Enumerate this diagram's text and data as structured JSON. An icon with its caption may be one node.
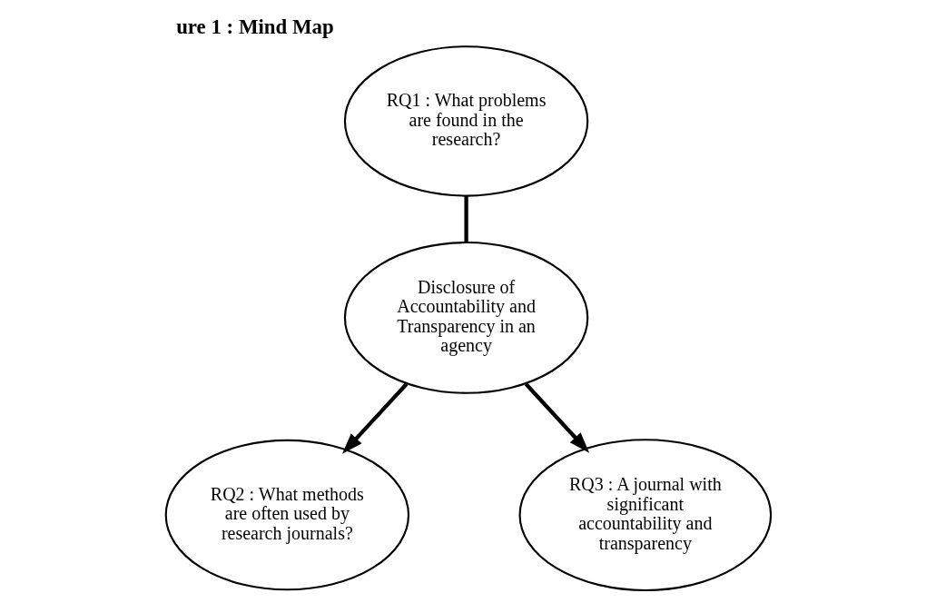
{
  "diagram": {
    "title": "ure 1 : Mind Map",
    "nodes": [
      {
        "text": [
          "RQ1 : What problems are found in the research?"
        ]
      },
      {
        "text": [
          "Disclosure of Accountability and Transparency in an agency"
        ]
      },
      {
        "text": [
          "RQ2 : What methods are often used by research journals?"
        ]
      },
      {
        "text": [
          "RQ3 : A journal with significant accountability and transparency"
        ]
      }
    ],
    "edges": [
      {
        "from": 0,
        "to": 1,
        "arrow": "none"
      },
      {
        "from": 1,
        "to": 2,
        "arrow": "to"
      },
      {
        "from": 1,
        "to": 3,
        "arrow": "to"
      }
    ]
  }
}
